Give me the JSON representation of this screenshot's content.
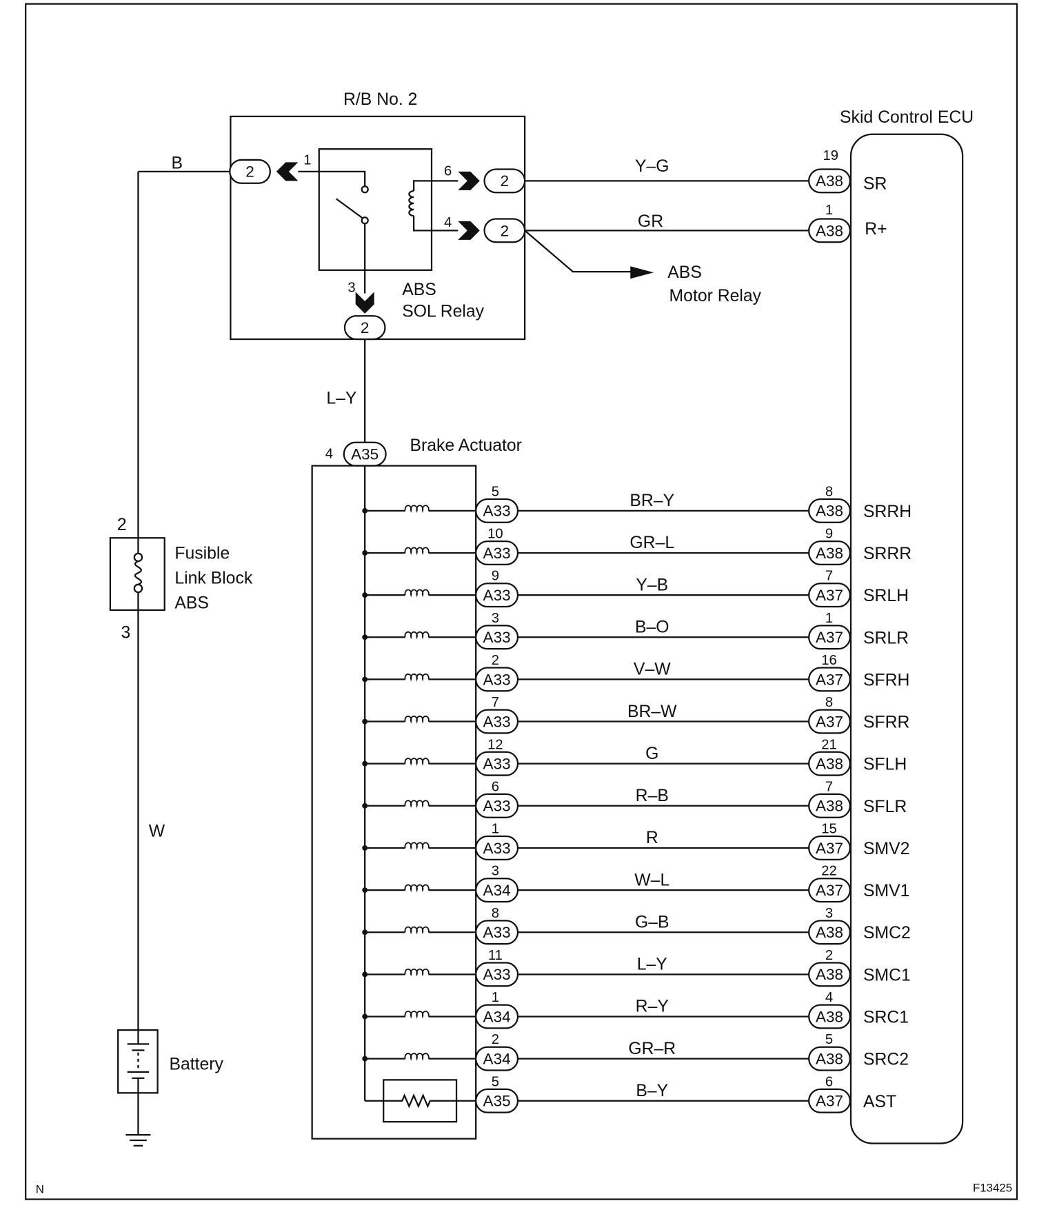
{
  "relay_block": {
    "title": "R/B No. 2",
    "connector_id": "2",
    "input_pin": "1",
    "output_pin": "3",
    "relay_name_line1": "ABS",
    "relay_name_line2": "SOL Relay"
  },
  "power_feed": {
    "upper_wire_color": "B",
    "lower_wire_color": "W"
  },
  "fusible_link": {
    "name_line1": "Fusible",
    "name_line2": "Link Block",
    "name_line3": "ABS",
    "pin_in": "2",
    "pin_out": "3"
  },
  "battery": {
    "label": "Battery"
  },
  "ecu": {
    "title": "Skid Control ECU"
  },
  "relay_outputs": [
    {
      "relay_pin": "6",
      "wire_color": "Y–G",
      "ecu_pin": "19",
      "ecu_connector": "A38",
      "terminal": "SR"
    },
    {
      "relay_pin": "4",
      "wire_color": "GR",
      "ecu_pin": "1",
      "ecu_connector": "A38",
      "terminal": "R+"
    }
  ],
  "motor_relay": {
    "name_line1": "ABS",
    "name_line2": "Motor Relay"
  },
  "actuator_feed": {
    "wire_color": "L–Y",
    "pin": "4",
    "connector": "A35"
  },
  "brake_actuator": {
    "title": "Brake Actuator"
  },
  "actuator_rows": [
    {
      "act_pin": "5",
      "act_connector": "A33",
      "wire_color": "BR–Y",
      "ecu_pin": "8",
      "ecu_connector": "A38",
      "terminal": "SRRH",
      "load_symbol": "coil-icon"
    },
    {
      "act_pin": "10",
      "act_connector": "A33",
      "wire_color": "GR–L",
      "ecu_pin": "9",
      "ecu_connector": "A38",
      "terminal": "SRRR",
      "load_symbol": "coil-icon"
    },
    {
      "act_pin": "9",
      "act_connector": "A33",
      "wire_color": "Y–B",
      "ecu_pin": "7",
      "ecu_connector": "A37",
      "terminal": "SRLH",
      "load_symbol": "coil-icon"
    },
    {
      "act_pin": "3",
      "act_connector": "A33",
      "wire_color": "B–O",
      "ecu_pin": "1",
      "ecu_connector": "A37",
      "terminal": "SRLR",
      "load_symbol": "coil-icon"
    },
    {
      "act_pin": "2",
      "act_connector": "A33",
      "wire_color": "V–W",
      "ecu_pin": "16",
      "ecu_connector": "A37",
      "terminal": "SFRH",
      "load_symbol": "coil-icon"
    },
    {
      "act_pin": "7",
      "act_connector": "A33",
      "wire_color": "BR–W",
      "ecu_pin": "8",
      "ecu_connector": "A37",
      "terminal": "SFRR",
      "load_symbol": "coil-icon"
    },
    {
      "act_pin": "12",
      "act_connector": "A33",
      "wire_color": "G",
      "ecu_pin": "21",
      "ecu_connector": "A38",
      "terminal": "SFLH",
      "load_symbol": "coil-icon"
    },
    {
      "act_pin": "6",
      "act_connector": "A33",
      "wire_color": "R–B",
      "ecu_pin": "7",
      "ecu_connector": "A38",
      "terminal": "SFLR",
      "load_symbol": "coil-icon"
    },
    {
      "act_pin": "1",
      "act_connector": "A33",
      "wire_color": "R",
      "ecu_pin": "15",
      "ecu_connector": "A37",
      "terminal": "SMV2",
      "load_symbol": "coil-icon"
    },
    {
      "act_pin": "3",
      "act_connector": "A34",
      "wire_color": "W–L",
      "ecu_pin": "22",
      "ecu_connector": "A37",
      "terminal": "SMV1",
      "load_symbol": "coil-icon"
    },
    {
      "act_pin": "8",
      "act_connector": "A33",
      "wire_color": "G–B",
      "ecu_pin": "3",
      "ecu_connector": "A38",
      "terminal": "SMC2",
      "load_symbol": "coil-icon"
    },
    {
      "act_pin": "11",
      "act_connector": "A33",
      "wire_color": "L–Y",
      "ecu_pin": "2",
      "ecu_connector": "A38",
      "terminal": "SMC1",
      "load_symbol": "coil-icon"
    },
    {
      "act_pin": "1",
      "act_connector": "A34",
      "wire_color": "R–Y",
      "ecu_pin": "4",
      "ecu_connector": "A38",
      "terminal": "SRC1",
      "load_symbol": "coil-icon"
    },
    {
      "act_pin": "2",
      "act_connector": "A34",
      "wire_color": "GR–R",
      "ecu_pin": "5",
      "ecu_connector": "A38",
      "terminal": "SRC2",
      "load_symbol": "coil-icon"
    },
    {
      "act_pin": "5",
      "act_connector": "A35",
      "wire_color": "B–Y",
      "ecu_pin": "6",
      "ecu_connector": "A37",
      "terminal": "AST",
      "load_symbol": "resistor-icon"
    }
  ],
  "footer": {
    "corner_mark": "N",
    "figure_id": "F13425"
  }
}
